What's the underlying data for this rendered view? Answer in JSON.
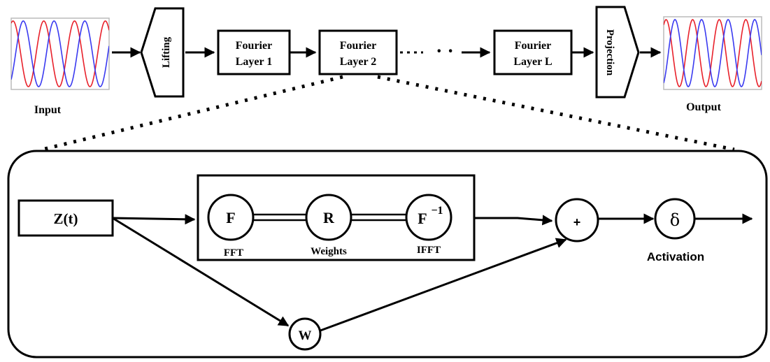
{
  "top": {
    "input_label": "Input",
    "output_label": "Output",
    "lifting": "Lifting",
    "projection": "Projection",
    "fourier1": [
      "Fourier",
      "Layer 1"
    ],
    "fourier2": [
      "Fourier",
      "Layer 2"
    ],
    "fourierL": [
      "Fourier",
      "Layer L"
    ],
    "ellipsis": "· ·"
  },
  "detail": {
    "z": "Z(t)",
    "f": "F",
    "f_label": "FFT",
    "r": "R",
    "r_label": "Weights",
    "finv": "F",
    "finv_sup": "−1",
    "finv_label": "IFFT",
    "w": "W",
    "plus": "+",
    "delta": "δ",
    "activation": "Activation"
  },
  "colors": {
    "wave_red": "#e8212b",
    "wave_blue": "#3a3af0",
    "plot_border": "#bcbcbc"
  }
}
